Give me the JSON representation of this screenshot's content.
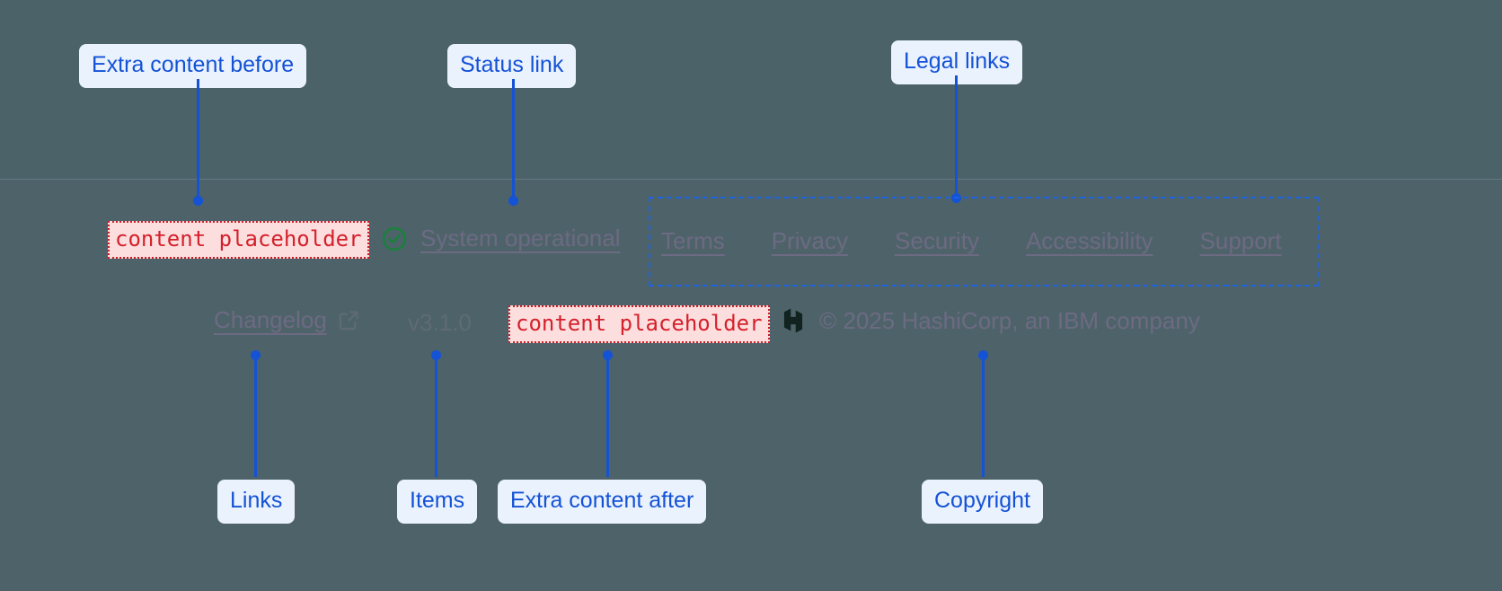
{
  "annotations": {
    "top": [
      {
        "label": "Extra content before",
        "target": "content-placeholder-before"
      },
      {
        "label": "Status link",
        "target": "system-operational-link"
      },
      {
        "label": "Legal links",
        "target": "legal-links-group"
      }
    ],
    "bottom": [
      {
        "label": "Links",
        "target": "changelog-link"
      },
      {
        "label": "Items",
        "target": "version-text"
      },
      {
        "label": "Extra content after",
        "target": "content-placeholder-after"
      },
      {
        "label": "Copyright",
        "target": "copyright-text"
      }
    ]
  },
  "footer": {
    "extra_before": {
      "placeholder_text": "content placeholder"
    },
    "status": {
      "icon": "check-circle-icon",
      "icon_color": "#17823b",
      "label": "System operational"
    },
    "legal_links": [
      {
        "label": "Terms"
      },
      {
        "label": "Privacy"
      },
      {
        "label": "Security"
      },
      {
        "label": "Accessibility"
      },
      {
        "label": "Support"
      }
    ],
    "secondary": {
      "changelog_label": "Changelog",
      "changelog_icon": "external-link-icon",
      "version": "v3.1.0"
    },
    "extra_after": {
      "placeholder_text": "content placeholder"
    },
    "copyright": {
      "logo": "hashicorp-logo",
      "text": "© 2025 HashiCorp, an IBM company"
    }
  },
  "colors": {
    "annotation_accent": "#1452d6",
    "annotation_chip_bg": "#eaf2fe",
    "placeholder_text": "#d4212b",
    "placeholder_bg": "#fddedf",
    "background": "#4c6269",
    "link_muted": "#6d6a83",
    "status_green": "#17823b"
  }
}
